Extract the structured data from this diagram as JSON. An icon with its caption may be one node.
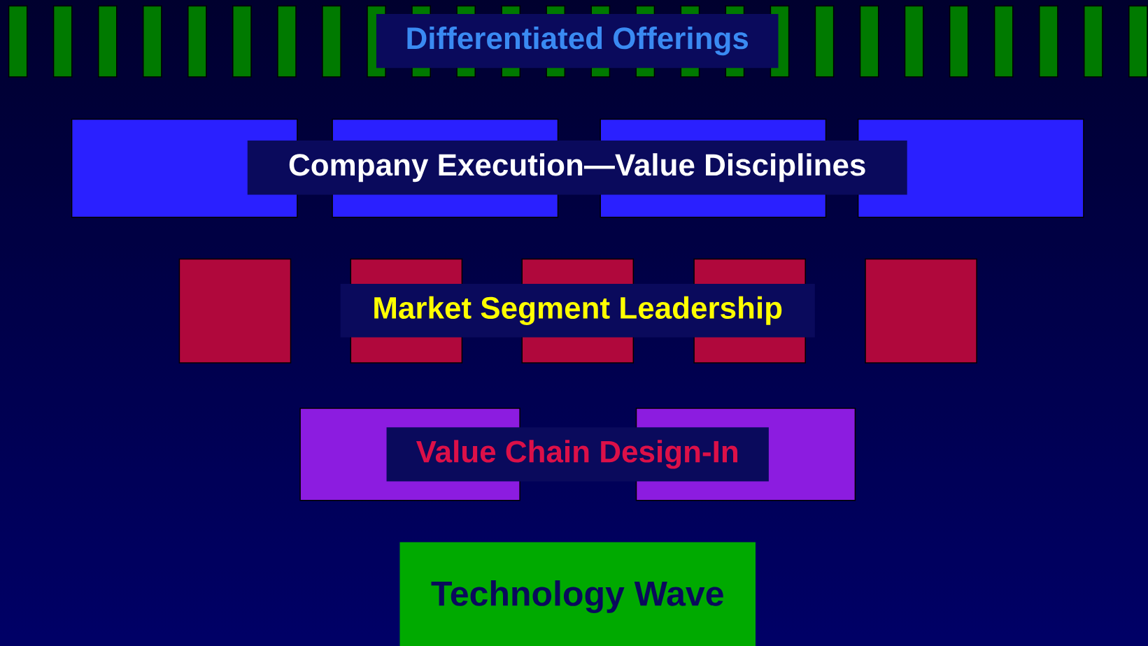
{
  "diagram": {
    "nodes": [
      {
        "text": [
          "Differentiated Offerings"
        ]
      },
      {
        "text": [
          "Company Execution—Value Disciplines"
        ]
      },
      {
        "text": [
          "Market Segment Leadership"
        ]
      },
      {
        "text": [
          "Value Chain Design-In"
        ]
      },
      {
        "text": [
          "Technology Wave"
        ]
      }
    ]
  }
}
